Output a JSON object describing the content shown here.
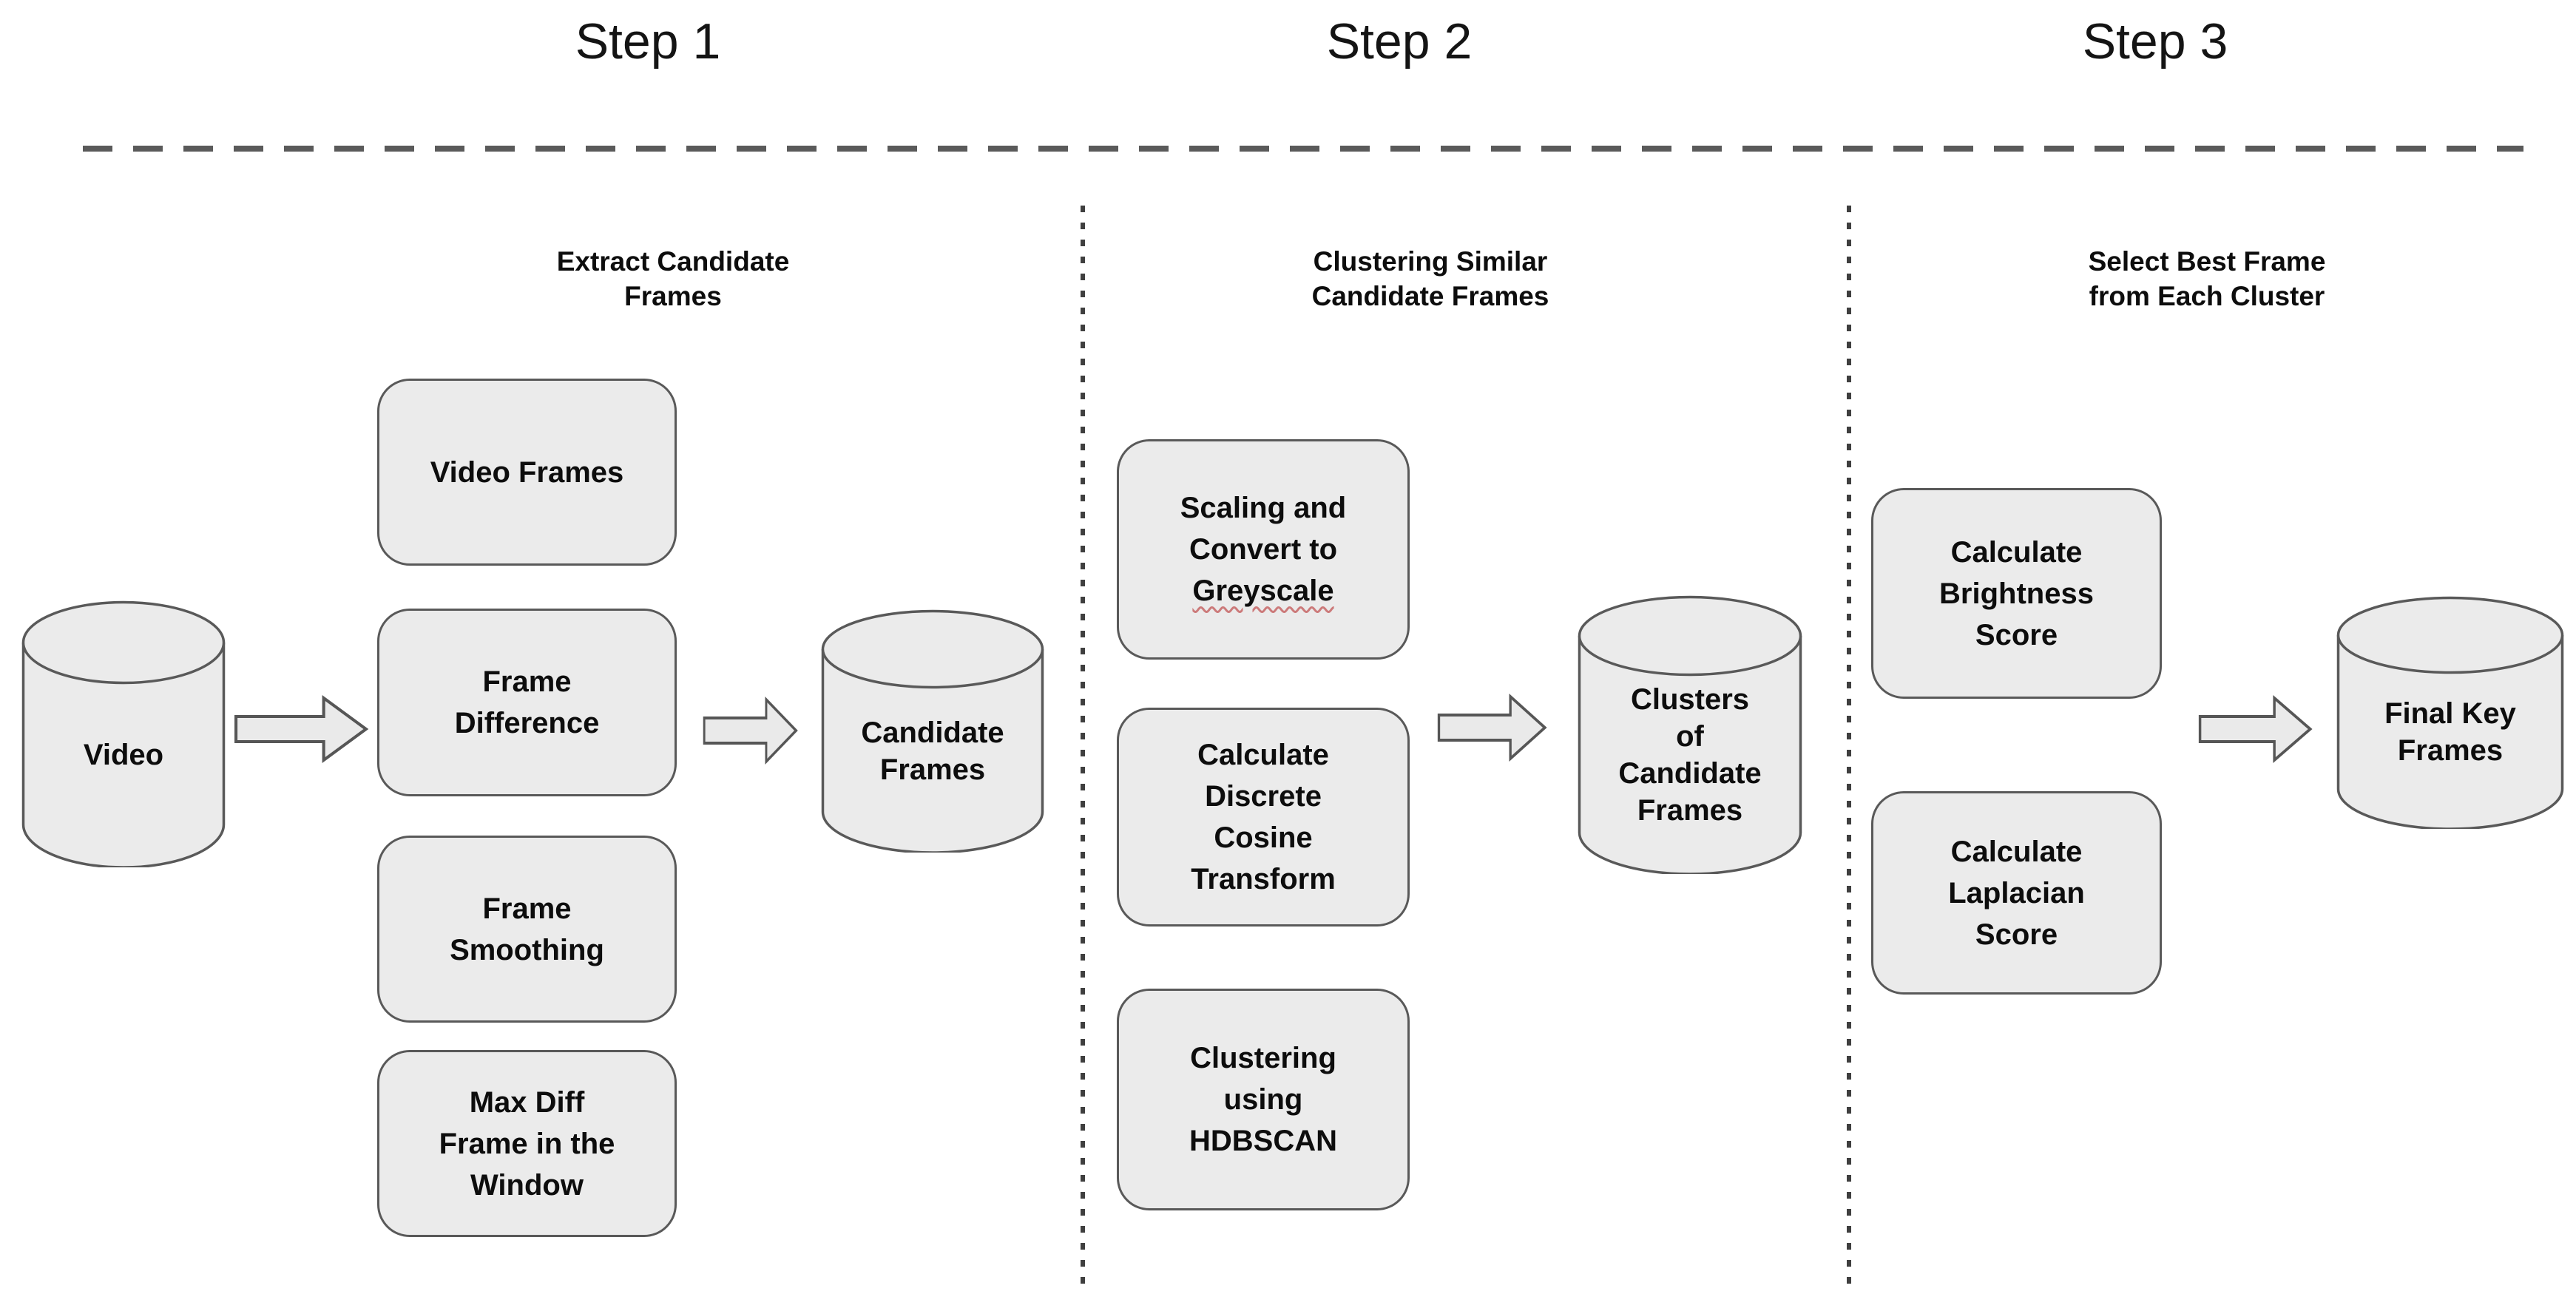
{
  "colors": {
    "box_fill": "#ebebeb",
    "box_border": "#595959",
    "arrow_fill": "#eaeaea",
    "arrow_border": "#565656",
    "dashed_line": "#5a5a5a",
    "dotted_line": "#3f3f3f",
    "text": "#0d0d0d",
    "spellcheck_squiggle": "#cc7a7a"
  },
  "steps": [
    {
      "title": "Step 1",
      "heading": [
        "Extract Candidate",
        "Frames"
      ],
      "input_datastore": {
        "lines": [
          "Video"
        ]
      },
      "boxes": [
        {
          "lines": [
            "Video Frames"
          ]
        },
        {
          "lines": [
            "Frame",
            "Difference"
          ]
        },
        {
          "lines": [
            "Frame",
            "Smoothing"
          ]
        },
        {
          "lines": [
            "Max Diff",
            "Frame in the",
            "Window"
          ]
        }
      ],
      "output_datastore": {
        "lines": [
          "Candidate",
          "Frames"
        ]
      }
    },
    {
      "title": "Step 2",
      "heading": [
        "Clustering Similar",
        "Candidate Frames"
      ],
      "boxes": [
        {
          "lines": [
            "Scaling and",
            "Convert to",
            "Greyscale"
          ]
        },
        {
          "lines": [
            "Calculate",
            "Discrete",
            "Cosine",
            "Transform"
          ]
        },
        {
          "lines": [
            "Clustering",
            "using",
            "HDBSCAN"
          ]
        }
      ],
      "output_datastore": {
        "lines": [
          "Clusters",
          "of",
          "Candidate",
          "Frames"
        ]
      }
    },
    {
      "title": "Step 3",
      "heading": [
        "Select Best Frame",
        "from Each Cluster"
      ],
      "boxes": [
        {
          "lines": [
            "Calculate",
            "Brightness",
            "Score"
          ]
        },
        {
          "lines": [
            "Calculate",
            "Laplacian",
            "Score"
          ]
        }
      ],
      "output_datastore": {
        "lines": [
          "Final Key",
          "Frames"
        ]
      }
    }
  ]
}
